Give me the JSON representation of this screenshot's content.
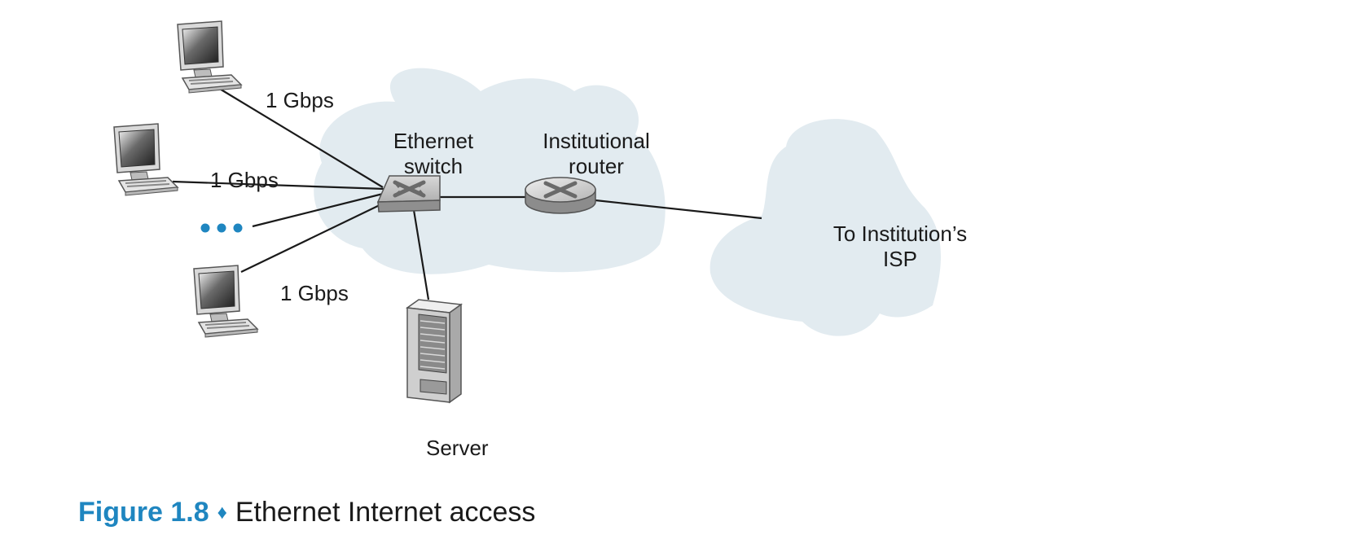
{
  "colors": {
    "cloud": "#e2ebf0",
    "accent": "#1f86c0",
    "line": "#1a1a1a"
  },
  "icons": [
    "computer-icon",
    "ethernet-switch-icon",
    "router-icon",
    "server-icon",
    "ellipsis-dots-icon"
  ],
  "links": {
    "host1_speed": "1 Gbps",
    "host2_speed": "1 Gbps",
    "host3_speed": "1 Gbps"
  },
  "nodes": {
    "switch_label_line1": "Ethernet",
    "switch_label_line2": "switch",
    "router_label_line1": "Institutional",
    "router_label_line2": "router",
    "isp_label_line1": "To Institution’s",
    "isp_label_line2": "ISP",
    "server_label": "Server"
  },
  "caption": {
    "number": "Figure 1.8",
    "separator": "♦",
    "text": "Ethernet Internet access"
  }
}
